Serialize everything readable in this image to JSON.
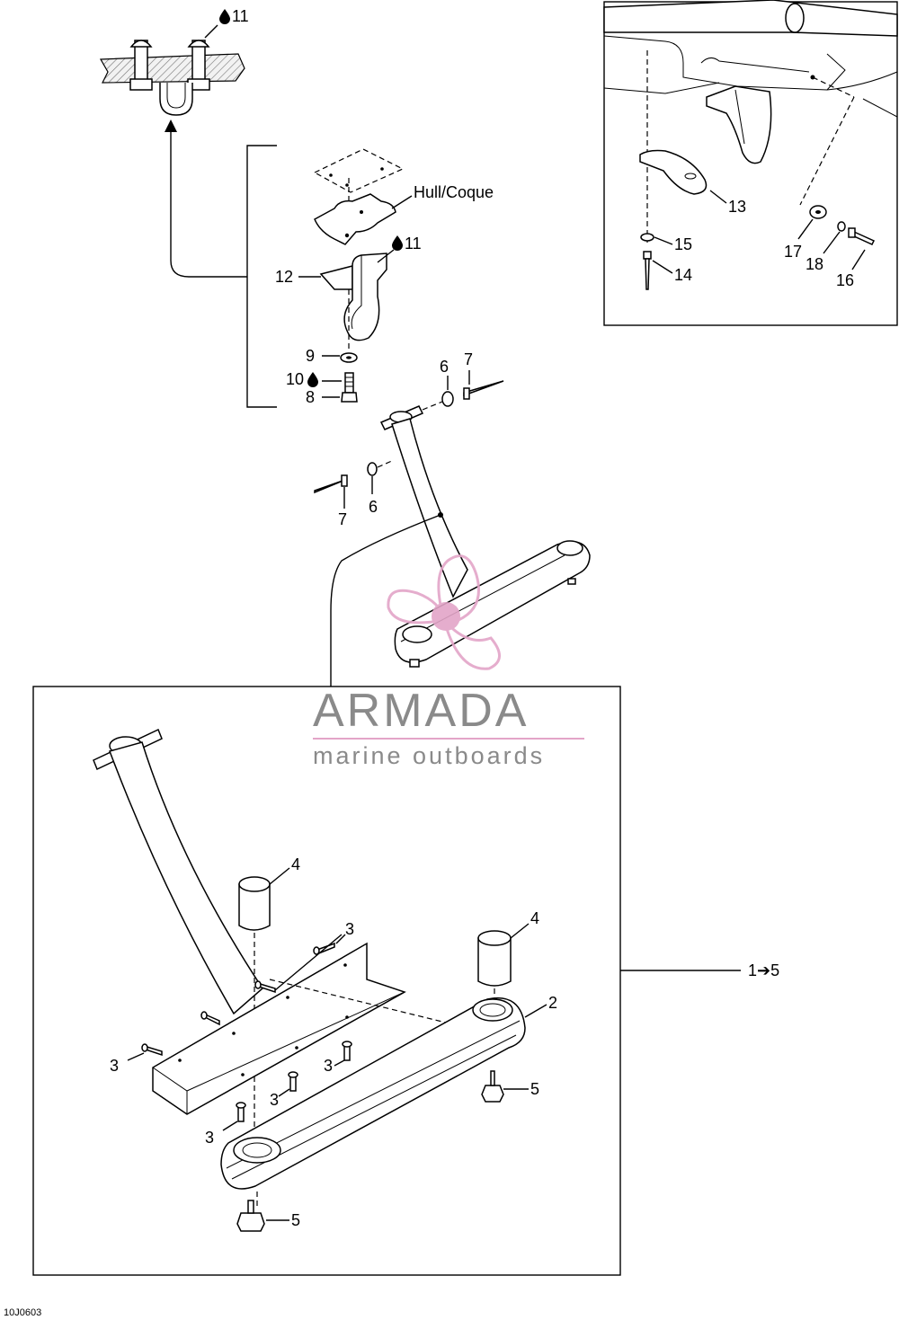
{
  "callouts": {
    "c1": "1➔5",
    "c2": "2",
    "c3": "3",
    "c4": "4",
    "c5": "5",
    "c6": "6",
    "c7": "7",
    "c8": "8",
    "c9": "9",
    "c10": "10",
    "c11": "11",
    "c12": "12",
    "c13": "13",
    "c14": "14",
    "c15": "15",
    "c16": "16",
    "c17": "17",
    "c18": "18"
  },
  "hull_label": "Hull/Coque",
  "diagram_code": "10J0603",
  "watermark": {
    "brand": "ARMADA",
    "tagline": "marine outboards",
    "accent_color": "#e3a5c8",
    "text_color": "#8a8a8a"
  }
}
